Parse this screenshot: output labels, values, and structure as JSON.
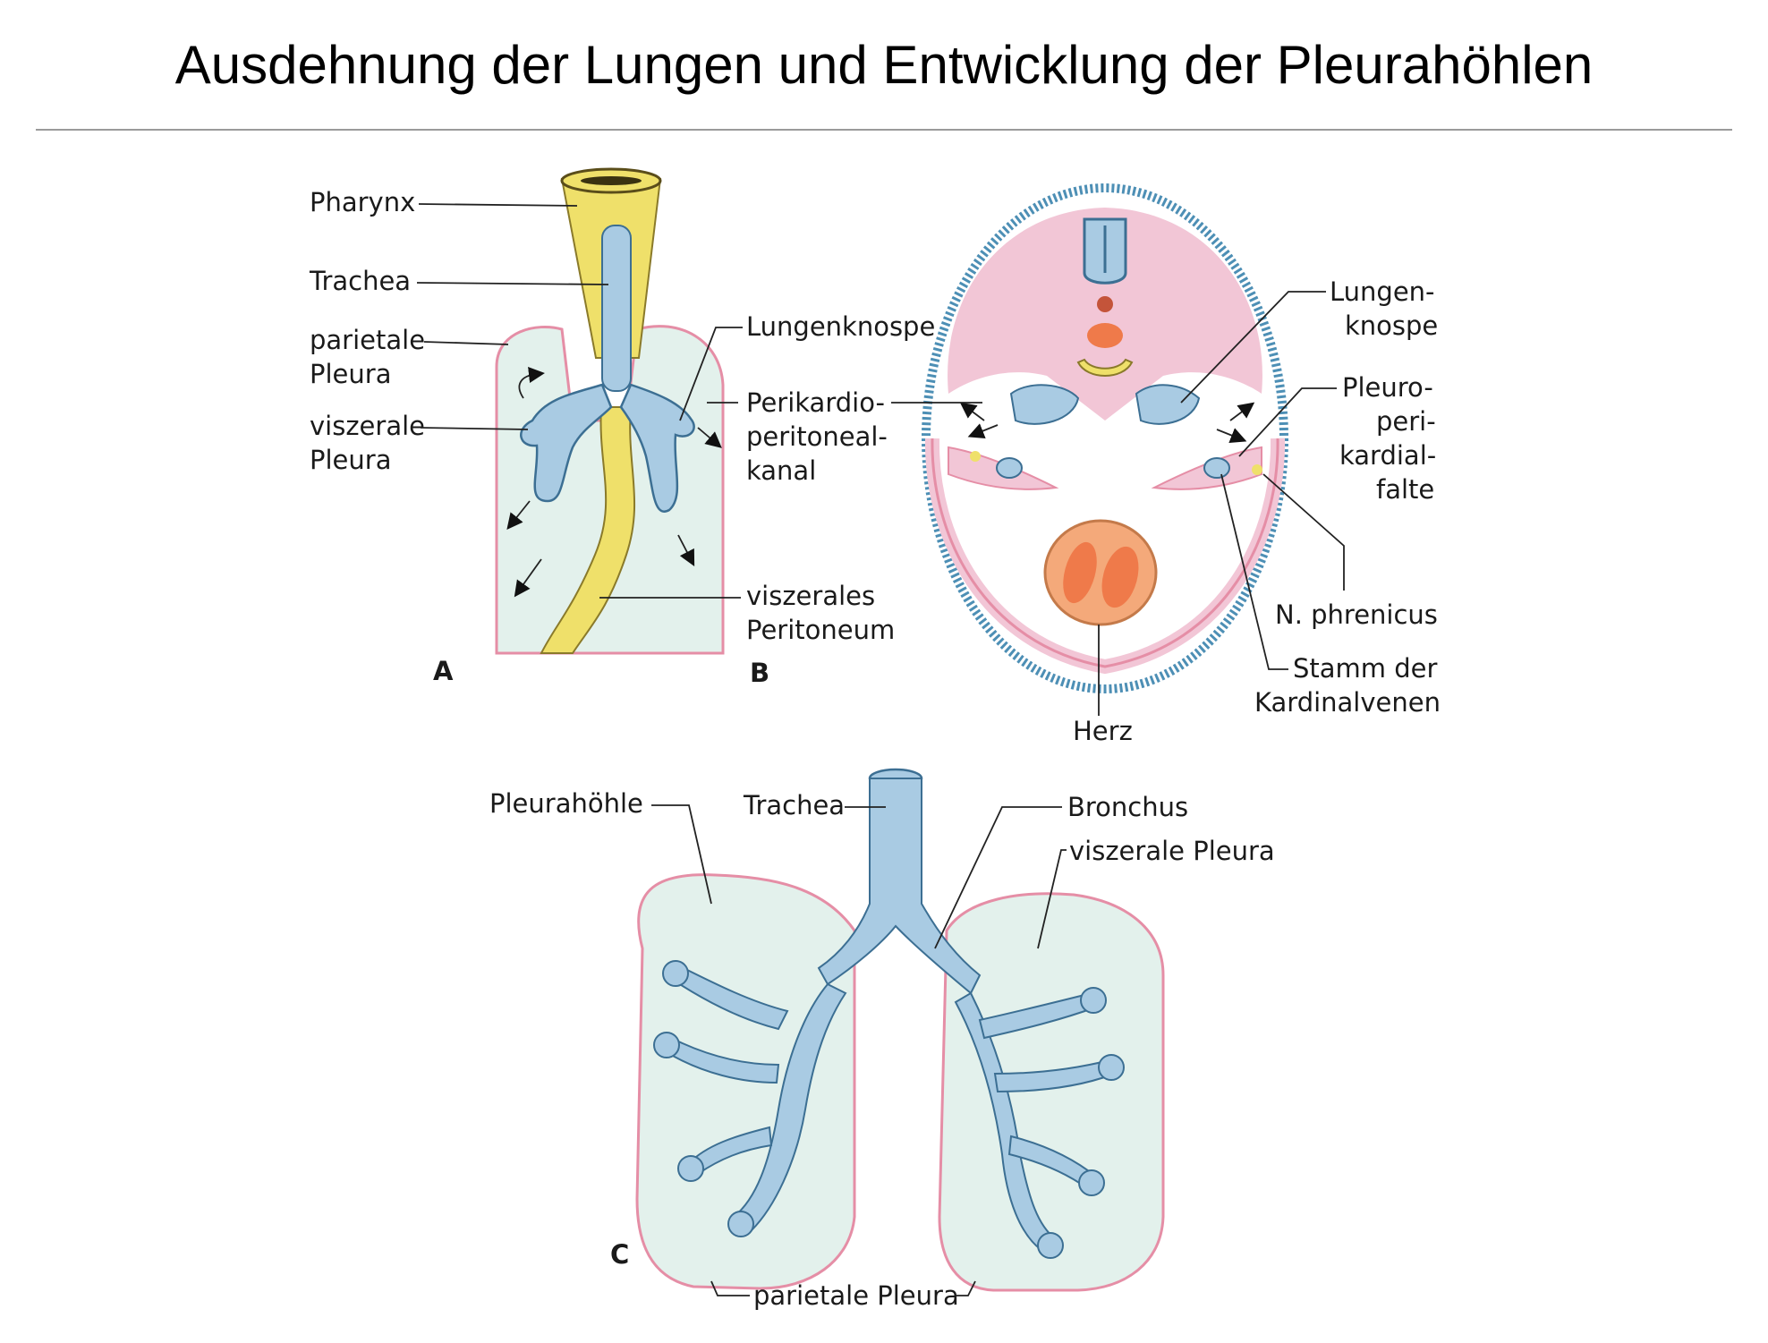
{
  "title": "Ausdehnung der Lungen und Entwicklung der Pleurahöhlen",
  "colors": {
    "pleura_line": "#e58ea6",
    "cavity_fill": "#e3f1ec",
    "bronchus_fill": "#a9cbe3",
    "pharynx_fill": "#efe06a",
    "body_wall": "#f2c6d6",
    "heart_fill": "#f4a97a",
    "heart_chamber": "#ef7a4a",
    "epithelium": "#4d8fb5"
  },
  "panels": {
    "a": {
      "letter": "A",
      "labels": {
        "pharynx": "Pharynx",
        "trachea": "Trachea",
        "parietale_1": "parietale",
        "parietale_2": "Pleura",
        "viszerale_1": "viszerale",
        "viszerale_2": "Pleura",
        "lungenknospe": "Lungenknospe",
        "perikardio_1": "Perikardio-",
        "perikardio_2": "peritoneal-",
        "perikardio_3": "kanal",
        "peritoneum_1": "viszerales",
        "peritoneum_2": "Peritoneum"
      }
    },
    "b": {
      "letter": "B",
      "labels": {
        "lungen_1": "Lungen-",
        "lungen_2": "knospe",
        "pleuro_1": "Pleuro-",
        "pleuro_2": "peri-",
        "pleuro_3": "kardial-",
        "pleuro_4": "falte",
        "phrenicus": "N. phrenicus",
        "stamm_1": "Stamm der",
        "stamm_2": "Kardinalvenen",
        "herz": "Herz"
      }
    },
    "c": {
      "letter": "C",
      "labels": {
        "pleurahoehle": "Pleurahöhle",
        "trachea": "Trachea",
        "bronchus": "Bronchus",
        "viszerale": "viszerale Pleura",
        "parietale": "parietale Pleura"
      }
    }
  }
}
